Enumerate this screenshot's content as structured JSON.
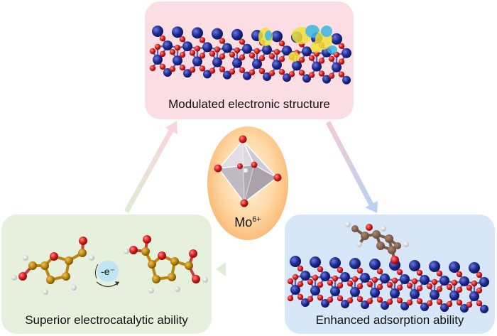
{
  "panels": {
    "top": {
      "label": "Modulated electronic structure"
    },
    "left": {
      "label": "Superior electrocatalytic ability"
    },
    "right": {
      "label": "Enhanced adsorption ability"
    }
  },
  "center": {
    "ion": "Mo",
    "charge": "6+"
  },
  "electron_label": "-e⁻",
  "colors": {
    "top_panel": "#fbdde4",
    "left_panel": "#e6f0dc",
    "right_panel": "#d8e7f8",
    "mo_atom": "#1e2a8f",
    "o_atom": "#d81a1a",
    "c_atom": "#b8860b",
    "h_atom": "#f2f2f2"
  }
}
